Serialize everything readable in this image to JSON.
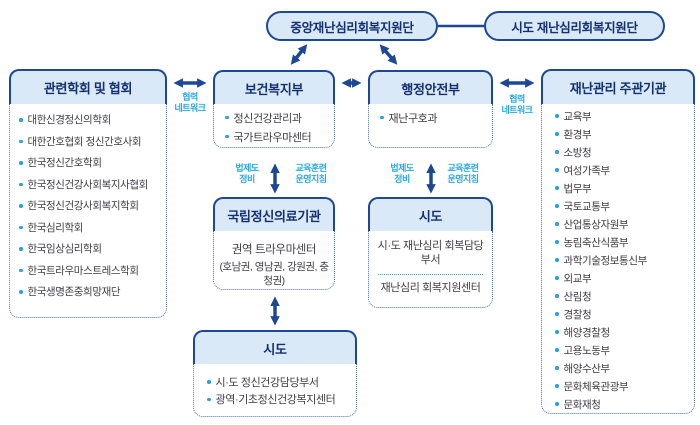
{
  "palette": {
    "border_blue": "#1e4796",
    "header_fill": "#d9e9f8",
    "header_text": "#14306e",
    "cyan_label": "#29a9e1",
    "body_text": "#3e3e47",
    "bullet": "#2b9fe5"
  },
  "top_pills": {
    "central": "중앙재난심리회복지원단",
    "sido": "시도 재난심리회복지원단"
  },
  "labels": {
    "coop": "협력\n네트워크",
    "legal": "법제도\n정비",
    "training": "교육훈련\n운영지침"
  },
  "boxes": {
    "associations": {
      "title": "관련학회 및 협회",
      "items": [
        "대한신경정신의학회",
        "대한간호협회 정신간호사회",
        "한국정신간호학회",
        "한국정신건강사회복지사협회",
        "한국정신건강사회복지학회",
        "한국심리학회",
        "한국임상심리학회",
        "한국트라우마스트레스학회",
        "한국생명존중희망재단"
      ]
    },
    "mohw": {
      "title": "보건복지부",
      "items": [
        "정신건강관리과",
        "국가트라우마센터"
      ]
    },
    "mois": {
      "title": "행정안전부",
      "items": [
        "재난구호과"
      ]
    },
    "disaster_agencies": {
      "title": "재난관리 주관기관",
      "items": [
        "교육부",
        "환경부",
        "소방청",
        "여성가족부",
        "법무부",
        "국토교통부",
        "산업통상자원부",
        "농림축산식품부",
        "과학기술정보통신부",
        "외교부",
        "산림청",
        "경찰청",
        "해양경찰청",
        "고용노동부",
        "해양수산부",
        "문화체육관광부",
        "문화재청"
      ]
    },
    "national_mental": {
      "title": "국립정신의료기관",
      "line1": "권역 트라우마센터",
      "line2": "(호남권, 영남권, 강원권, 충청권)"
    },
    "sido_mid": {
      "title": "시도",
      "section1": "시·도 재난심리 회복담당부서",
      "section2": "재난심리 회복지원센터"
    },
    "sido_bottom": {
      "title": "시도",
      "items": [
        "시·도 정신건강담당부서",
        "광역·기초정신건강복지센터"
      ]
    }
  }
}
